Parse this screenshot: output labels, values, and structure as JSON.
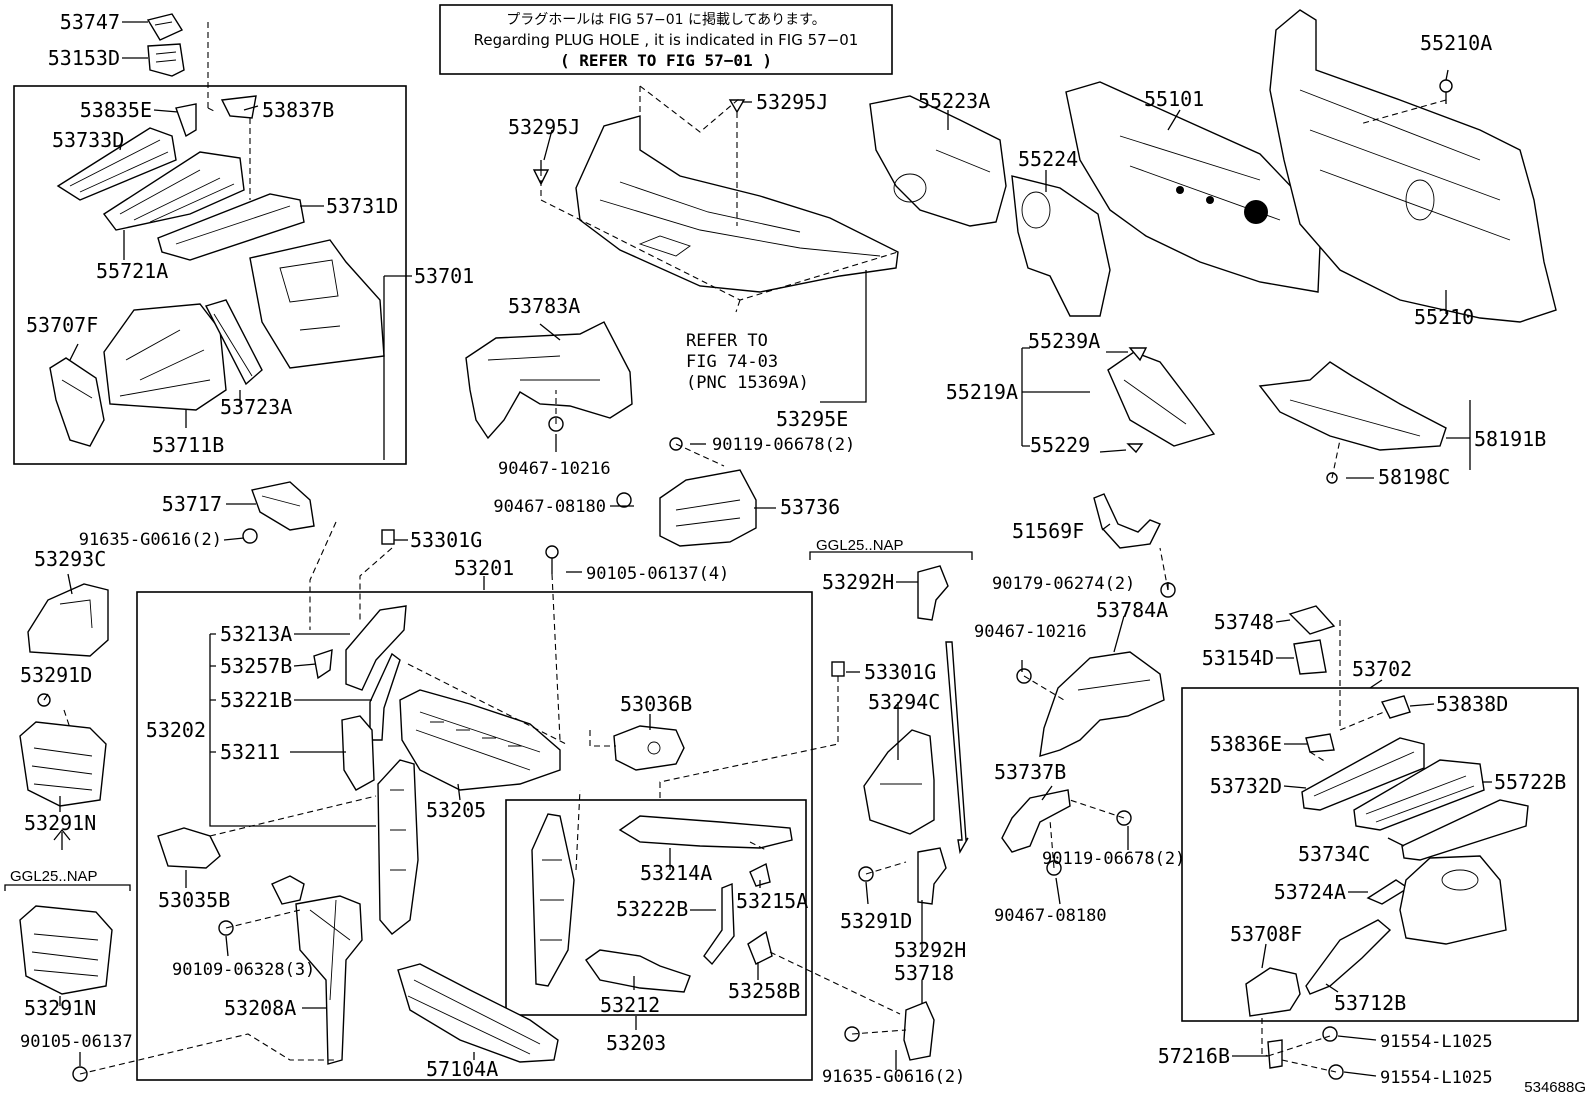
{
  "note": {
    "jp": "プラグホールは FIG 57−01 に掲載してあります。",
    "en": "Regarding  PLUG  HOLE , it is indicated in FIG  57−01",
    "ref": "( REFER TO FIG 57−01 )"
  },
  "refer": {
    "line1": "REFER TO",
    "line2": "FIG 74-03",
    "line3": "(PNC 15369A)"
  },
  "variants": {
    "left": "GGL25..NAP",
    "center": "GGL25..NAP"
  },
  "illustration_no": "534688G",
  "labels": {
    "p53747": "53747",
    "p53153D": "53153D",
    "p53835E": "53835E",
    "p53837B": "53837B",
    "p53733D": "53733D",
    "p53731D": "53731D",
    "p55721A": "55721A",
    "p53701": "53701",
    "p53707F": "53707F",
    "p53723A": "53723A",
    "p53711B": "53711B",
    "p53295J_l": "53295J",
    "p53295J_r": "53295J",
    "p53783A": "53783A",
    "p53295E": "53295E",
    "p90467_10216_a": "90467-10216",
    "p90119_06678_a": "90119-06678(2)",
    "p90467_08180_a": "90467-08180",
    "p53736": "53736",
    "p55223A": "55223A",
    "p55224": "55224",
    "p55101": "55101",
    "p55210A": "55210A",
    "p55210": "55210",
    "p55239A": "55239A",
    "p55219A": "55219A",
    "p55229": "55229",
    "p58191B": "58191B",
    "p58198C": "58198C",
    "p53717": "53717",
    "p91635_G0616_a": "91635-G0616(2)",
    "p53293C": "53293C",
    "p53301G_a": "53301G",
    "p53201": "53201",
    "p90105_06137_4": "90105-06137(4)",
    "p53291D_l": "53291D",
    "p53291N_a": "53291N",
    "p53291N_b": "53291N",
    "p90105_06137": "90105-06137",
    "p53213A": "53213A",
    "p53257B": "53257B",
    "p53221B": "53221B",
    "p53202": "53202",
    "p53211": "53211",
    "p53205": "53205",
    "p53036B": "53036B",
    "p53035B": "53035B",
    "p90109_06328": "90109-06328(3)",
    "p53208A": "53208A",
    "p57104A": "57104A",
    "p53214A": "53214A",
    "p53215A": "53215A",
    "p53222B": "53222B",
    "p53212": "53212",
    "p53258B": "53258B",
    "p53203": "53203",
    "p53292H_a": "53292H",
    "p53301G_b": "53301G",
    "p53294C": "53294C",
    "p53291D_c": "53291D",
    "p53292H_b": "53292H",
    "p53718": "53718",
    "p91635_G0616_b": "91635-G0616(2)",
    "p51569F": "51569F",
    "p90179_06274": "90179-06274(2)",
    "p90467_10216_b": "90467-10216",
    "p53784A": "53784A",
    "p53737B": "53737B",
    "p90119_06678_b": "90119-06678(2)",
    "p90467_08180_b": "90467-08180",
    "p53748": "53748",
    "p53154D": "53154D",
    "p53702": "53702",
    "p53838D": "53838D",
    "p53836E": "53836E",
    "p53732D": "53732D",
    "p55722B": "55722B",
    "p53734C": "53734C",
    "p53724A": "53724A",
    "p53708F": "53708F",
    "p53712B": "53712B",
    "p57216B": "57216B",
    "p91554_L1025_a": "91554-L1025",
    "p91554_L1025_b": "91554-L1025"
  }
}
